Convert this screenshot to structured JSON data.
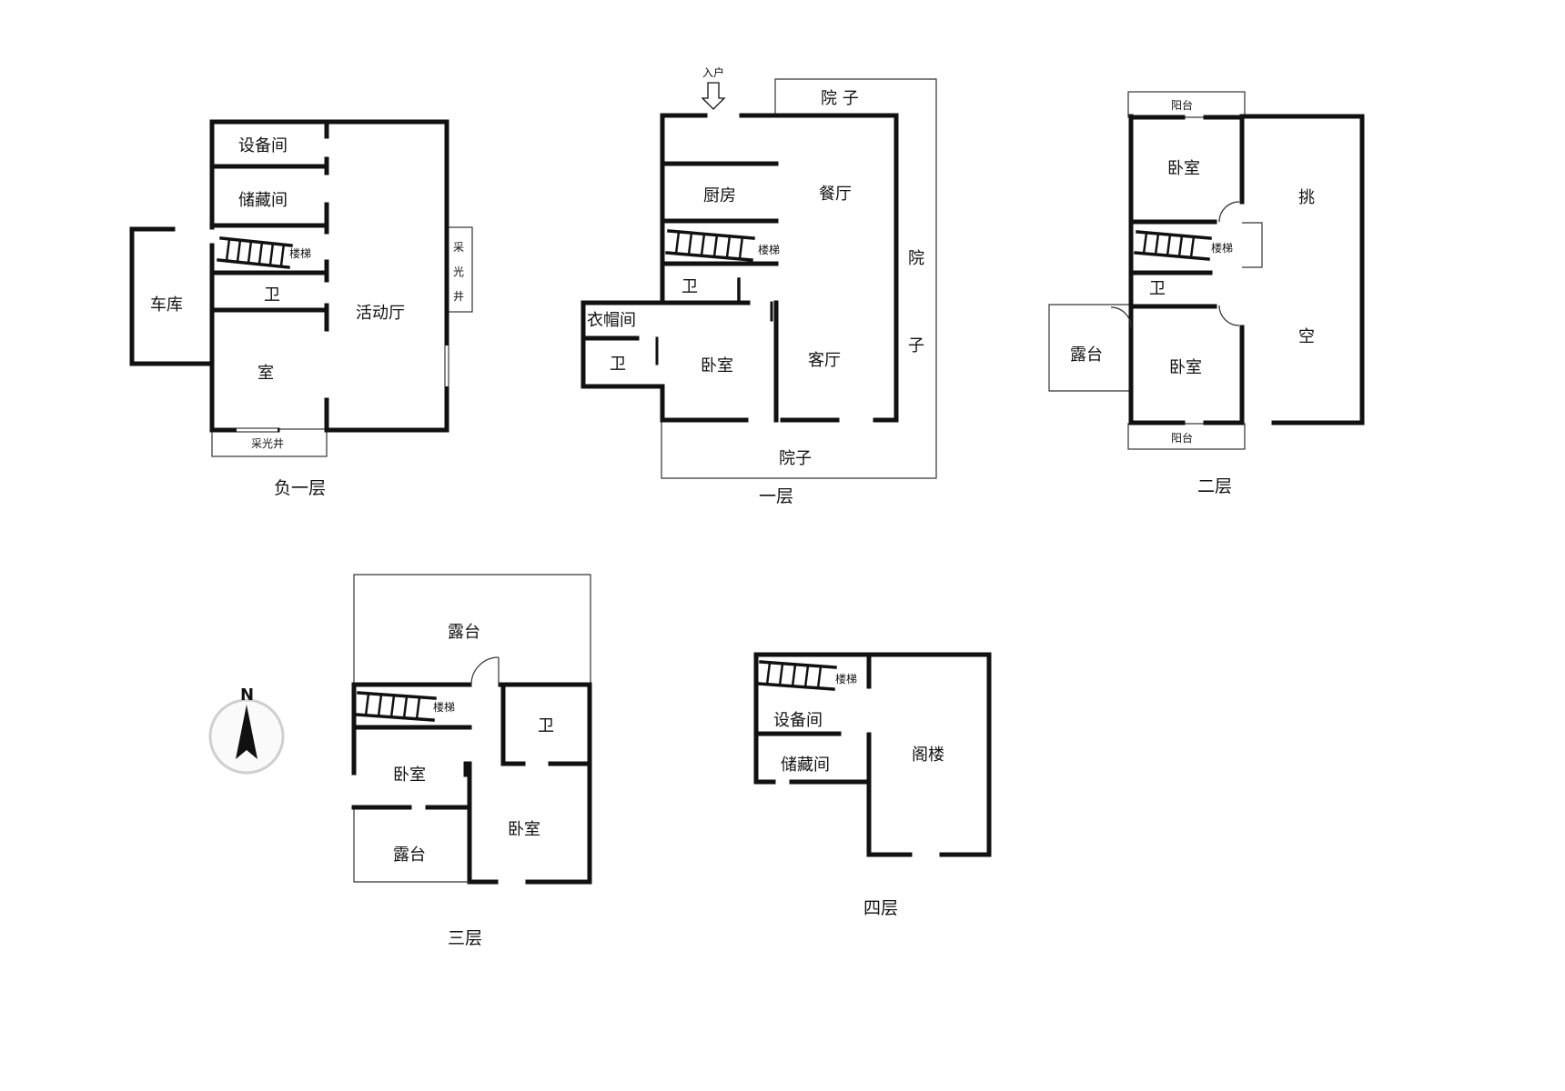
{
  "floors": {
    "b1": {
      "caption": "负一层",
      "rooms": {
        "equipment": "设备间",
        "storage": "储藏间",
        "stairs": "楼梯",
        "bath": "卫",
        "garage": "车库",
        "activity": "活动厅",
        "room": "室",
        "lightwell_right": [
          "采",
          "光",
          "井"
        ],
        "lightwell_bottom": "采光井"
      }
    },
    "f1": {
      "caption": "一层",
      "rooms": {
        "entry": "入户",
        "yard_top": "院 子",
        "yard_right": [
          "院",
          "子"
        ],
        "yard_bottom": "院子",
        "kitchen": "厨房",
        "dining": "餐厅",
        "stairs": "楼梯",
        "bath_main": "卫",
        "closet": "衣帽间",
        "bath_small": "卫",
        "bedroom": "卧室",
        "living": "客厅"
      }
    },
    "f2": {
      "caption": "二层",
      "rooms": {
        "balcony_top": "阳台",
        "bedroom_top": "卧室",
        "stairs": "楼梯",
        "bath": "卫",
        "terrace": "露台",
        "bedroom_bottom": "卧室",
        "balcony_bottom": "阳台",
        "void": [
          "挑",
          "空"
        ]
      }
    },
    "f3": {
      "caption": "三层",
      "rooms": {
        "terrace_top": "露台",
        "stairs": "楼梯",
        "bath": "卫",
        "bedroom_left": "卧室",
        "bedroom_right": "卧室",
        "terrace_bottom": "露台"
      }
    },
    "f4": {
      "caption": "四层",
      "rooms": {
        "stairs": "楼梯",
        "equipment": "设备间",
        "storage": "储藏间",
        "attic": "阁楼"
      }
    }
  },
  "compass": {
    "north_label": "N"
  }
}
